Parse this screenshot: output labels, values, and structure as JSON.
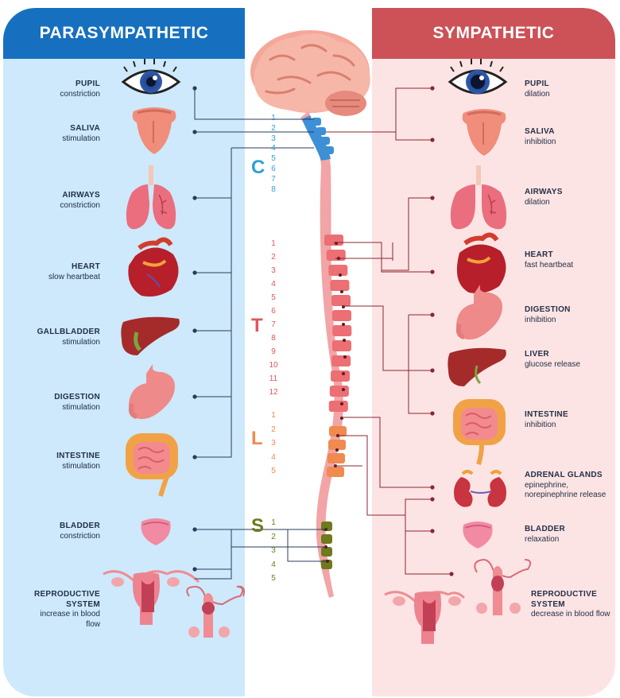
{
  "parasympathetic": {
    "title": "PARASYMPATHETIC",
    "items": [
      {
        "title": "PUPIL",
        "desc": "constriction"
      },
      {
        "title": "SALIVA",
        "desc": "stimulation"
      },
      {
        "title": "AIRWAYS",
        "desc": "constriction"
      },
      {
        "title": "HEART",
        "desc": "slow heartbeat"
      },
      {
        "title": "GALLBLADDER",
        "desc": "stimulation"
      },
      {
        "title": "DIGESTION",
        "desc": "stimulation"
      },
      {
        "title": "INTESTINE",
        "desc": "stimulation"
      },
      {
        "title": "BLADDER",
        "desc": "constriction"
      },
      {
        "title": "REPRODUCTIVE SYSTEM",
        "desc": "increase in blood flow"
      }
    ]
  },
  "sympathetic": {
    "title": "SYMPATHETIC",
    "items": [
      {
        "title": "PUPIL",
        "desc": "dilation"
      },
      {
        "title": "SALIVA",
        "desc": "inhibition"
      },
      {
        "title": "AIRWAYS",
        "desc": "dilation"
      },
      {
        "title": "HEART",
        "desc": "fast heartbeat"
      },
      {
        "title": "DIGESTION",
        "desc": "inhibition"
      },
      {
        "title": "LIVER",
        "desc": "glucose release"
      },
      {
        "title": "INTESTINE",
        "desc": "inhibition"
      },
      {
        "title": "ADRENAL GLANDS",
        "desc": "epinephrine, norepinephrine release"
      },
      {
        "title": "BLADDER",
        "desc": "relaxation"
      },
      {
        "title": "REPRODUCTIVE SYSTEM",
        "desc": "decrease in blood flow"
      }
    ]
  },
  "spine": {
    "cervical": {
      "letter": "C",
      "color": "#2f9fd6",
      "numbers": [
        "1",
        "2",
        "3",
        "4",
        "5",
        "6",
        "7",
        "8"
      ]
    },
    "thoracic": {
      "letter": "T",
      "color": "#e0565b",
      "numbers": [
        "1",
        "2",
        "3",
        "4",
        "5",
        "6",
        "7",
        "8",
        "9",
        "10",
        "11",
        "12"
      ]
    },
    "lumbar": {
      "letter": "L",
      "color": "#ef8a4f",
      "numbers": [
        "1",
        "2",
        "3",
        "4",
        "5"
      ]
    },
    "sacral": {
      "letter": "S",
      "color": "#6e7a1d",
      "numbers": [
        "1",
        "2",
        "3",
        "4",
        "5"
      ]
    }
  },
  "colors": {
    "parasympathetic": "#1670bf",
    "sympathetic": "#cc5257",
    "left_bg": "#cde9fb",
    "right_bg": "#fde4e4"
  }
}
